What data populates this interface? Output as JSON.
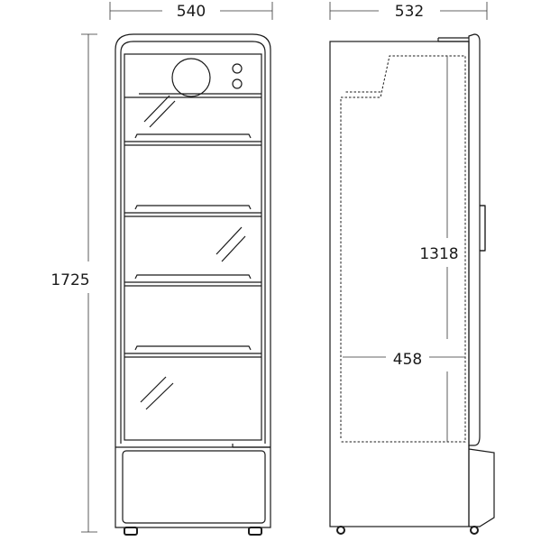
{
  "dimensions": {
    "front_width": "540",
    "side_depth": "532",
    "total_height": "1725",
    "interior_height": "1318",
    "interior_depth": "458"
  }
}
